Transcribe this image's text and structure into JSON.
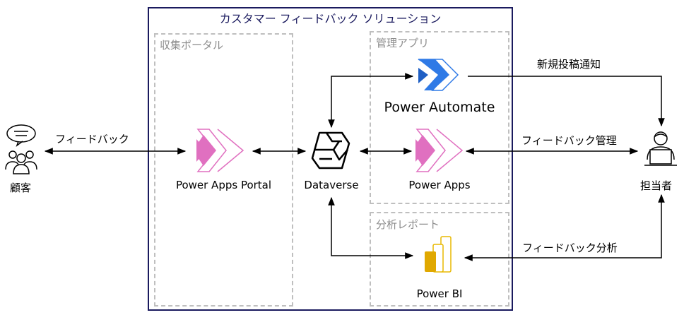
{
  "title": "カスタマー フィードバック ソリューション",
  "groups": {
    "portal": "収集ポータル",
    "admin": "管理アプリ",
    "report": "分析レポート"
  },
  "nodes": {
    "customer": "顧客",
    "portal": "Power Apps Portal",
    "dataverse": "Dataverse",
    "automate": "Power Automate",
    "apps": "Power Apps",
    "powerbi": "Power BI",
    "staff": "担当者"
  },
  "edges": {
    "feedback": "フィードバック",
    "notify": "新規投稿通知",
    "manage": "フィードバック管理",
    "analyze": "フィードバック分析"
  },
  "colors": {
    "frame": "#1a1a5e",
    "powerapps": "#e070c0",
    "automate": "#2f7ae6",
    "powerbi": "#f2c811"
  }
}
